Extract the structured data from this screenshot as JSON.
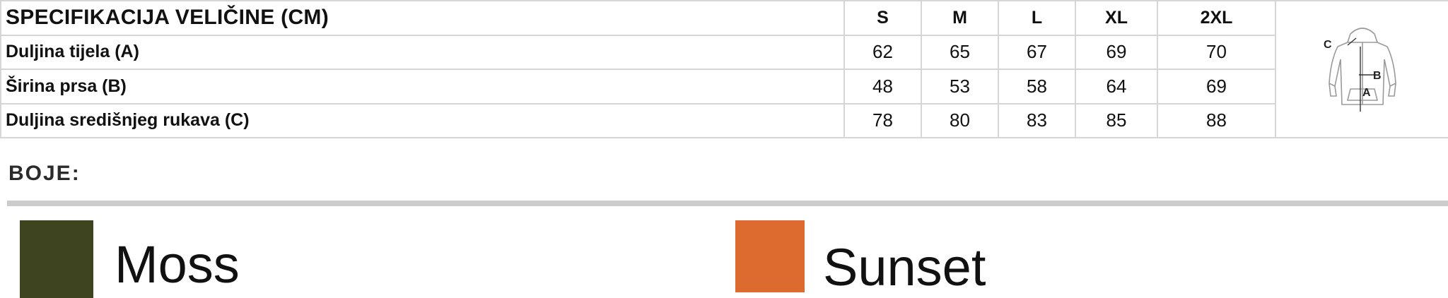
{
  "size_chart": {
    "title": "SPECIFIKACIJA VELIČINE (CM)",
    "sizes": [
      "S",
      "M",
      "L",
      "XL",
      "2XL"
    ],
    "rows": [
      {
        "label": "Duljina tijela (A)",
        "values": [
          "62",
          "65",
          "67",
          "69",
          "70"
        ]
      },
      {
        "label": "Širina prsa (B)",
        "values": [
          "48",
          "53",
          "58",
          "64",
          "69"
        ]
      },
      {
        "label": "Duljina središnjeg rukava (C)",
        "values": [
          "78",
          "80",
          "83",
          "85",
          "88"
        ]
      }
    ],
    "diagram": {
      "label_a": "A",
      "label_b": "B",
      "label_c": "C",
      "icon": "hoodie-measurement-icon"
    }
  },
  "colors": {
    "title": "BOJE:",
    "items": [
      {
        "name": "Moss",
        "hex": "#3f4420"
      },
      {
        "name": "Sunset",
        "hex": "#dd6a2e"
      }
    ]
  }
}
